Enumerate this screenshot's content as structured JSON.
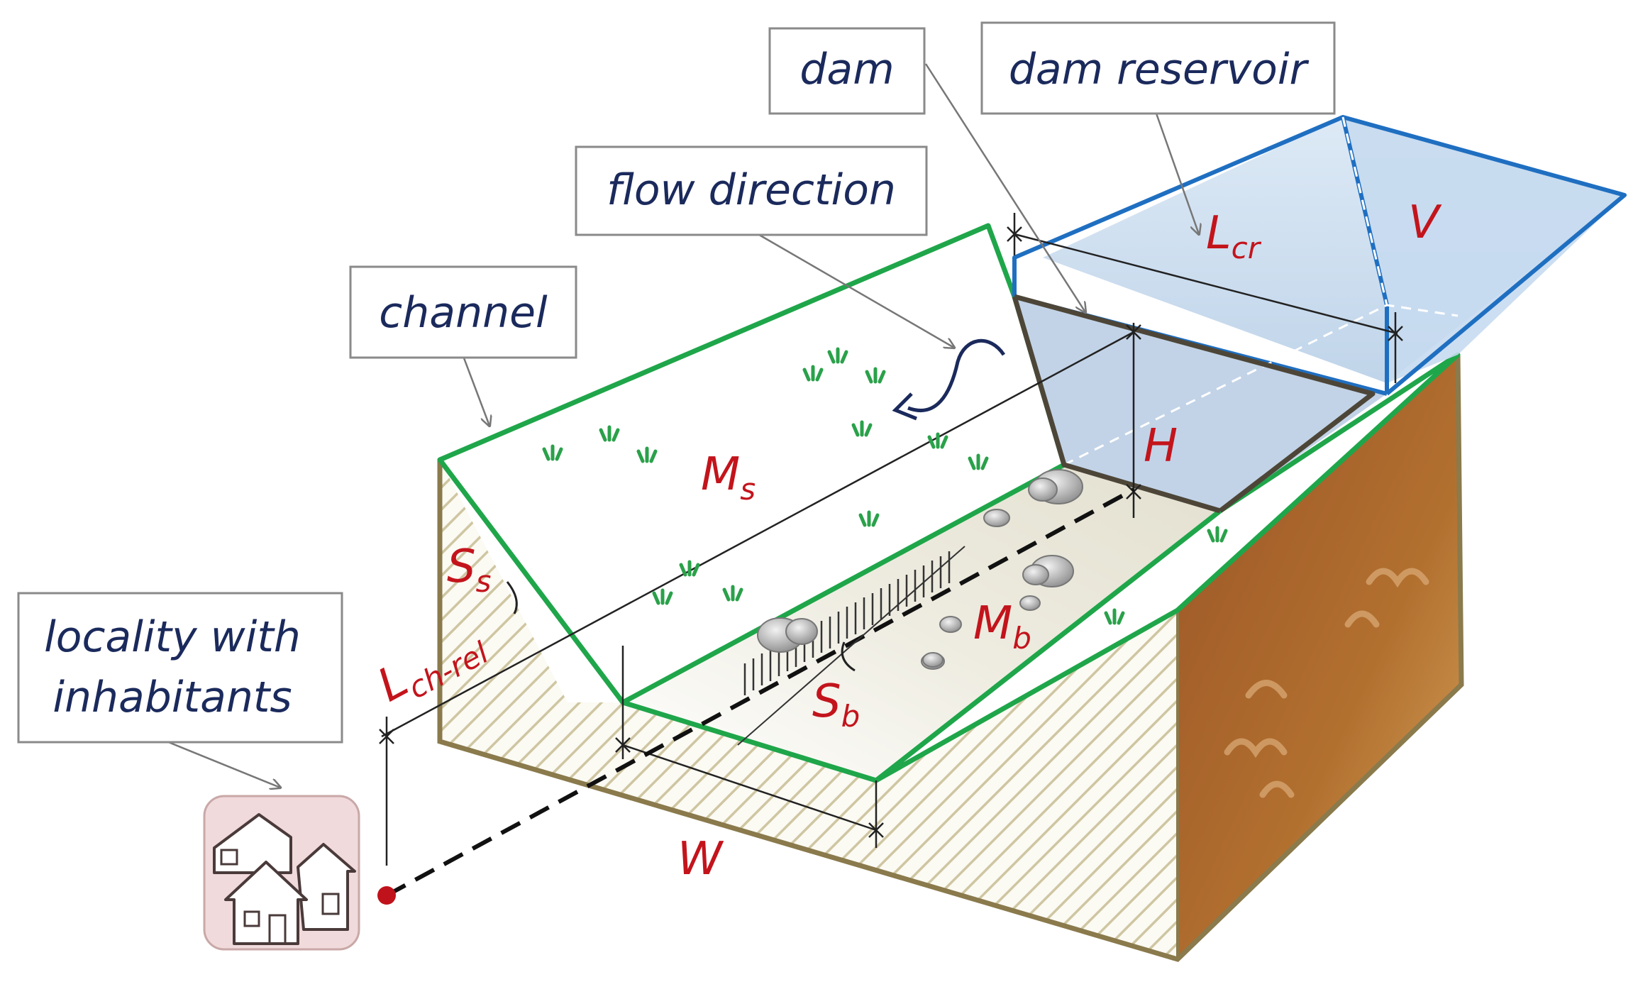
{
  "callouts": {
    "dam": "dam",
    "dam_reservoir": "dam reservoir",
    "flow_direction": "flow direction",
    "channel": "channel",
    "locality_line1": "locality with",
    "locality_line2": "inhabitants"
  },
  "symbols": {
    "V": "V",
    "L": "L",
    "cr": "cr",
    "H": "H",
    "M": "M",
    "s": "s",
    "b": "b",
    "S": "S",
    "ch_rel": "ch-rel",
    "W": "W"
  },
  "colors": {
    "channel_outline": "#1fa64a",
    "reservoir_outline": "#1f6fc1",
    "label_text": "#1b2a5c",
    "symbol_text": "#c3141c",
    "soil": "#a8652f",
    "locality_point": "#c0121a"
  },
  "icons": [
    "houses-icon",
    "grass-icon",
    "boulder-icon",
    "flow-arrow-icon"
  ]
}
